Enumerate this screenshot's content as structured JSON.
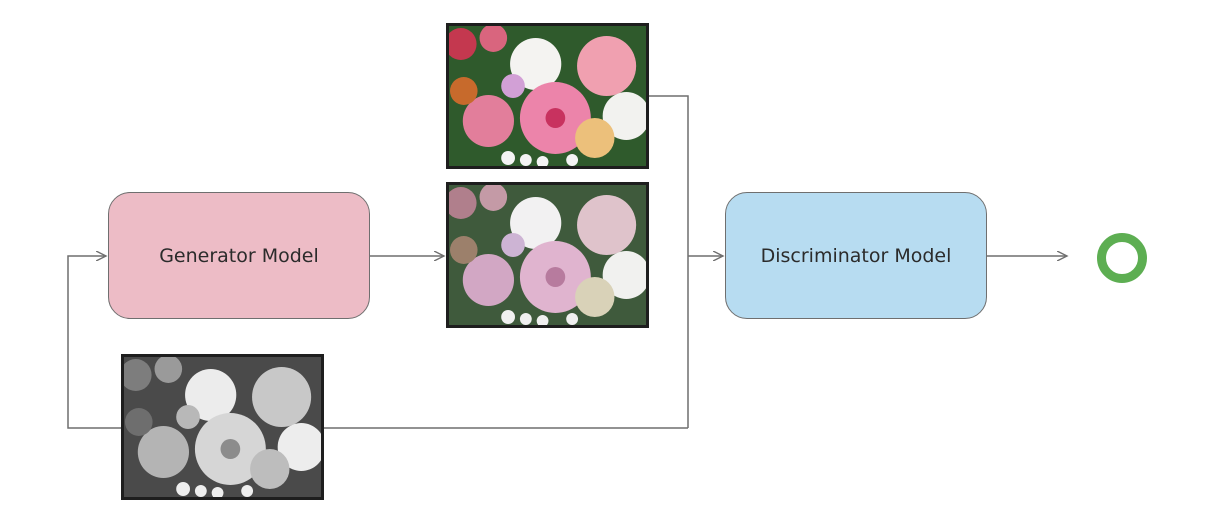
{
  "diagram": {
    "generator_label": "Generator Model",
    "discriminator_label": "Discriminator Model"
  },
  "images": {
    "real_color": "flower-bouquet-photo-color",
    "generated": "flower-bouquet-photo-generated",
    "grayscale_input": "flower-bouquet-photo-grayscale"
  },
  "colors": {
    "generator_fill": "#edbcc6",
    "discriminator_fill": "#b7dcf1",
    "output_ring": "#5dae52",
    "connector": "#6f6f6f"
  },
  "icons": {
    "output": "output-circle-icon"
  }
}
